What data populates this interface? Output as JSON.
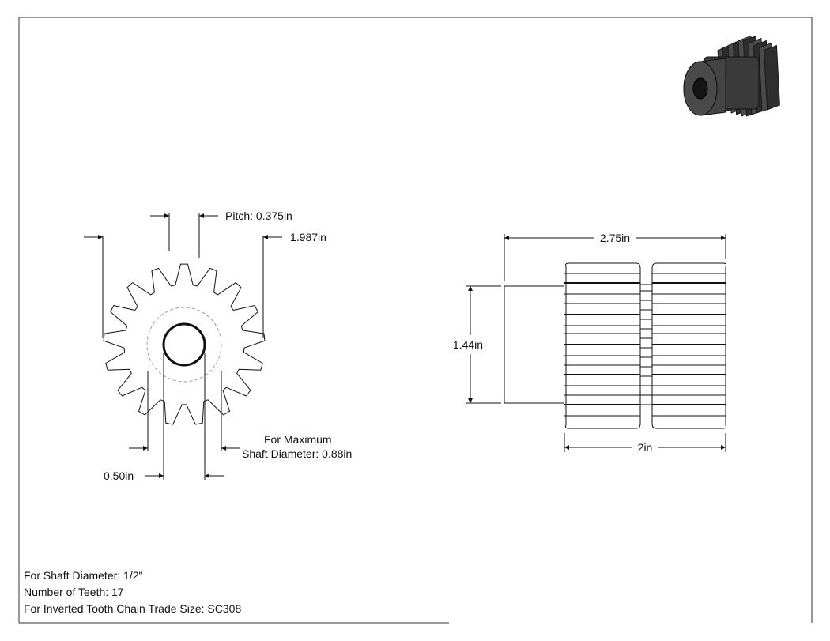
{
  "front_view": {
    "pitch": "Pitch: 0.375in",
    "outer_diameter": "1.987in",
    "max_shaft_line1": "For Maximum",
    "max_shaft_line2": "Shaft Diameter: 0.88in",
    "bore": "0.50in"
  },
  "side_view": {
    "overall_length": "2.75in",
    "hub_diameter": "1.44in",
    "face_width": "2in"
  },
  "notes": {
    "shaft": "For Shaft Diameter: 1/2\"",
    "teeth": "Number of Teeth: 17",
    "chain": "For Inverted Tooth Chain Trade Size: SC308"
  }
}
